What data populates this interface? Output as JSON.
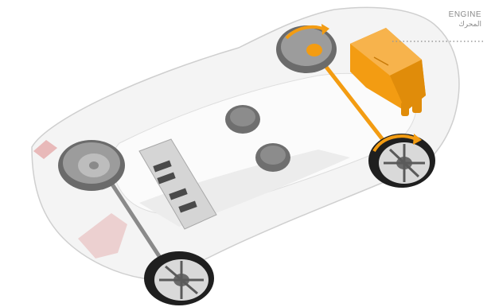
{
  "callout": {
    "label": "ENGINE",
    "label_ar": "المحرك"
  },
  "colors": {
    "engine": "#f39c12",
    "drive_shaft": "#f39c12",
    "body_outline": "#cfcfcf",
    "tire": "#5a5a5a",
    "rim": "#bdbdbd",
    "tail_light": "#e8b9b9",
    "battery": "#d5d5d5",
    "leader_line": "#9a9a9a"
  },
  "icons": {
    "rotation_arrow": "curved-arrow"
  }
}
